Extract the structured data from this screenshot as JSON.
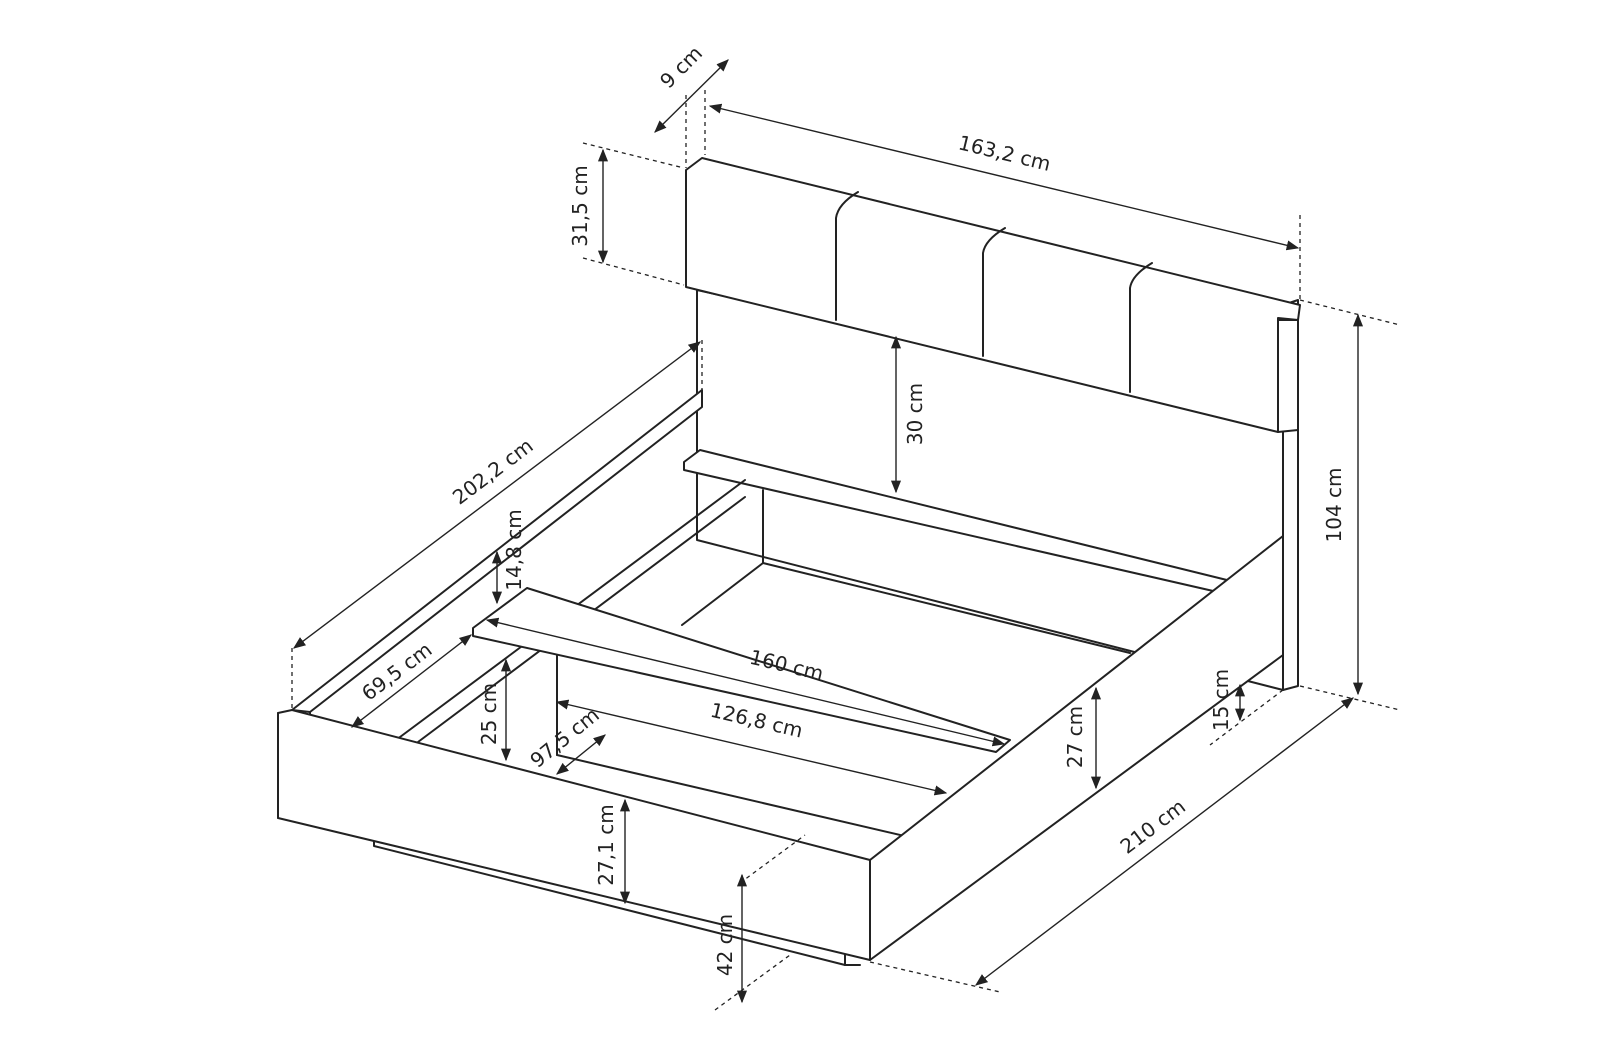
{
  "colors": {
    "line": "#222222",
    "background": "#ffffff"
  },
  "dimensions": {
    "headboard_depth": "9 cm",
    "total_width": "163,2 cm",
    "headboard_panel_height": "31,5 cm",
    "headboard_gap": "30 cm",
    "total_height": "104 cm",
    "total_length_side": "202,2 cm",
    "side_rail_height": "14,8 cm",
    "inner_length": "69,5 cm",
    "slat_width": "160 cm",
    "inner_cross": "126,8 cm",
    "frame_depth": "25 cm",
    "inner_short": "97,5 cm",
    "side_height": "27 cm",
    "ground_clearance": "15 cm",
    "total_length": "210 cm",
    "front_height": "27,1 cm",
    "floor_height": "42 cm"
  }
}
